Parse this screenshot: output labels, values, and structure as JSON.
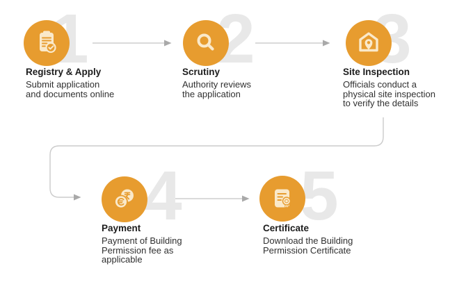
{
  "palette": {
    "circle_orange": "#E79C2F",
    "icon_cream": "#FAE9CA",
    "number_gray": "#E8E8E8",
    "line_gray": "#C3C3C3",
    "arrowhead_gray": "#A9A9A9",
    "title_color": "#1C1C1C",
    "body_color": "#303030",
    "background": "#FFFFFF"
  },
  "steps": [
    {
      "number": "1",
      "icon": "clipboard-check-icon",
      "title": "Registry & Apply",
      "description": "Submit application\nand documents online"
    },
    {
      "number": "2",
      "icon": "magnifier-icon",
      "title": "Scrutiny",
      "description": "Authority reviews\nthe application"
    },
    {
      "number": "3",
      "icon": "house-location-pin-icon",
      "title": "Site Inspection",
      "description": "Officials conduct a\nphysical site inspection\nto verify the details"
    },
    {
      "number": "4",
      "icon": "currency-coins-icon",
      "coin_symbols": [
        "€",
        "₹"
      ],
      "title": "Payment",
      "description": "Payment of Building\nPermission fee as\napplicable"
    },
    {
      "number": "5",
      "icon": "certificate-icon",
      "title": "Certificate",
      "description": "Download the Building\nPermission Certificate"
    }
  ]
}
